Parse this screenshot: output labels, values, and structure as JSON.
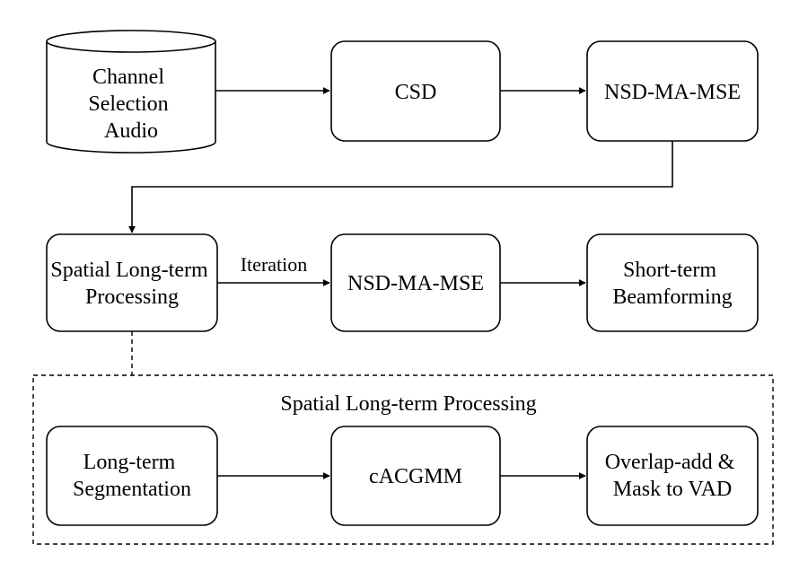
{
  "nodes": {
    "audio": {
      "lines": [
        "Channel",
        "Selection",
        "Audio"
      ]
    },
    "csd": {
      "lines": [
        "CSD"
      ]
    },
    "nsd1": {
      "lines": [
        "NSD-MA-MSE"
      ]
    },
    "spatial": {
      "lines": [
        "Spatial Long-term",
        "Processing"
      ]
    },
    "nsd2": {
      "lines": [
        "NSD-MA-MSE"
      ]
    },
    "beam": {
      "lines": [
        "Short-term",
        "Beamforming"
      ]
    },
    "seg": {
      "lines": [
        "Long-term",
        "Segmentation"
      ]
    },
    "cacgmm": {
      "lines": [
        "cACGMM"
      ]
    },
    "overlap": {
      "lines": [
        "Overlap-add &",
        "Mask to VAD"
      ]
    }
  },
  "edge_labels": {
    "iteration": "Iteration"
  },
  "group": {
    "title": "Spatial Long-term Processing"
  }
}
